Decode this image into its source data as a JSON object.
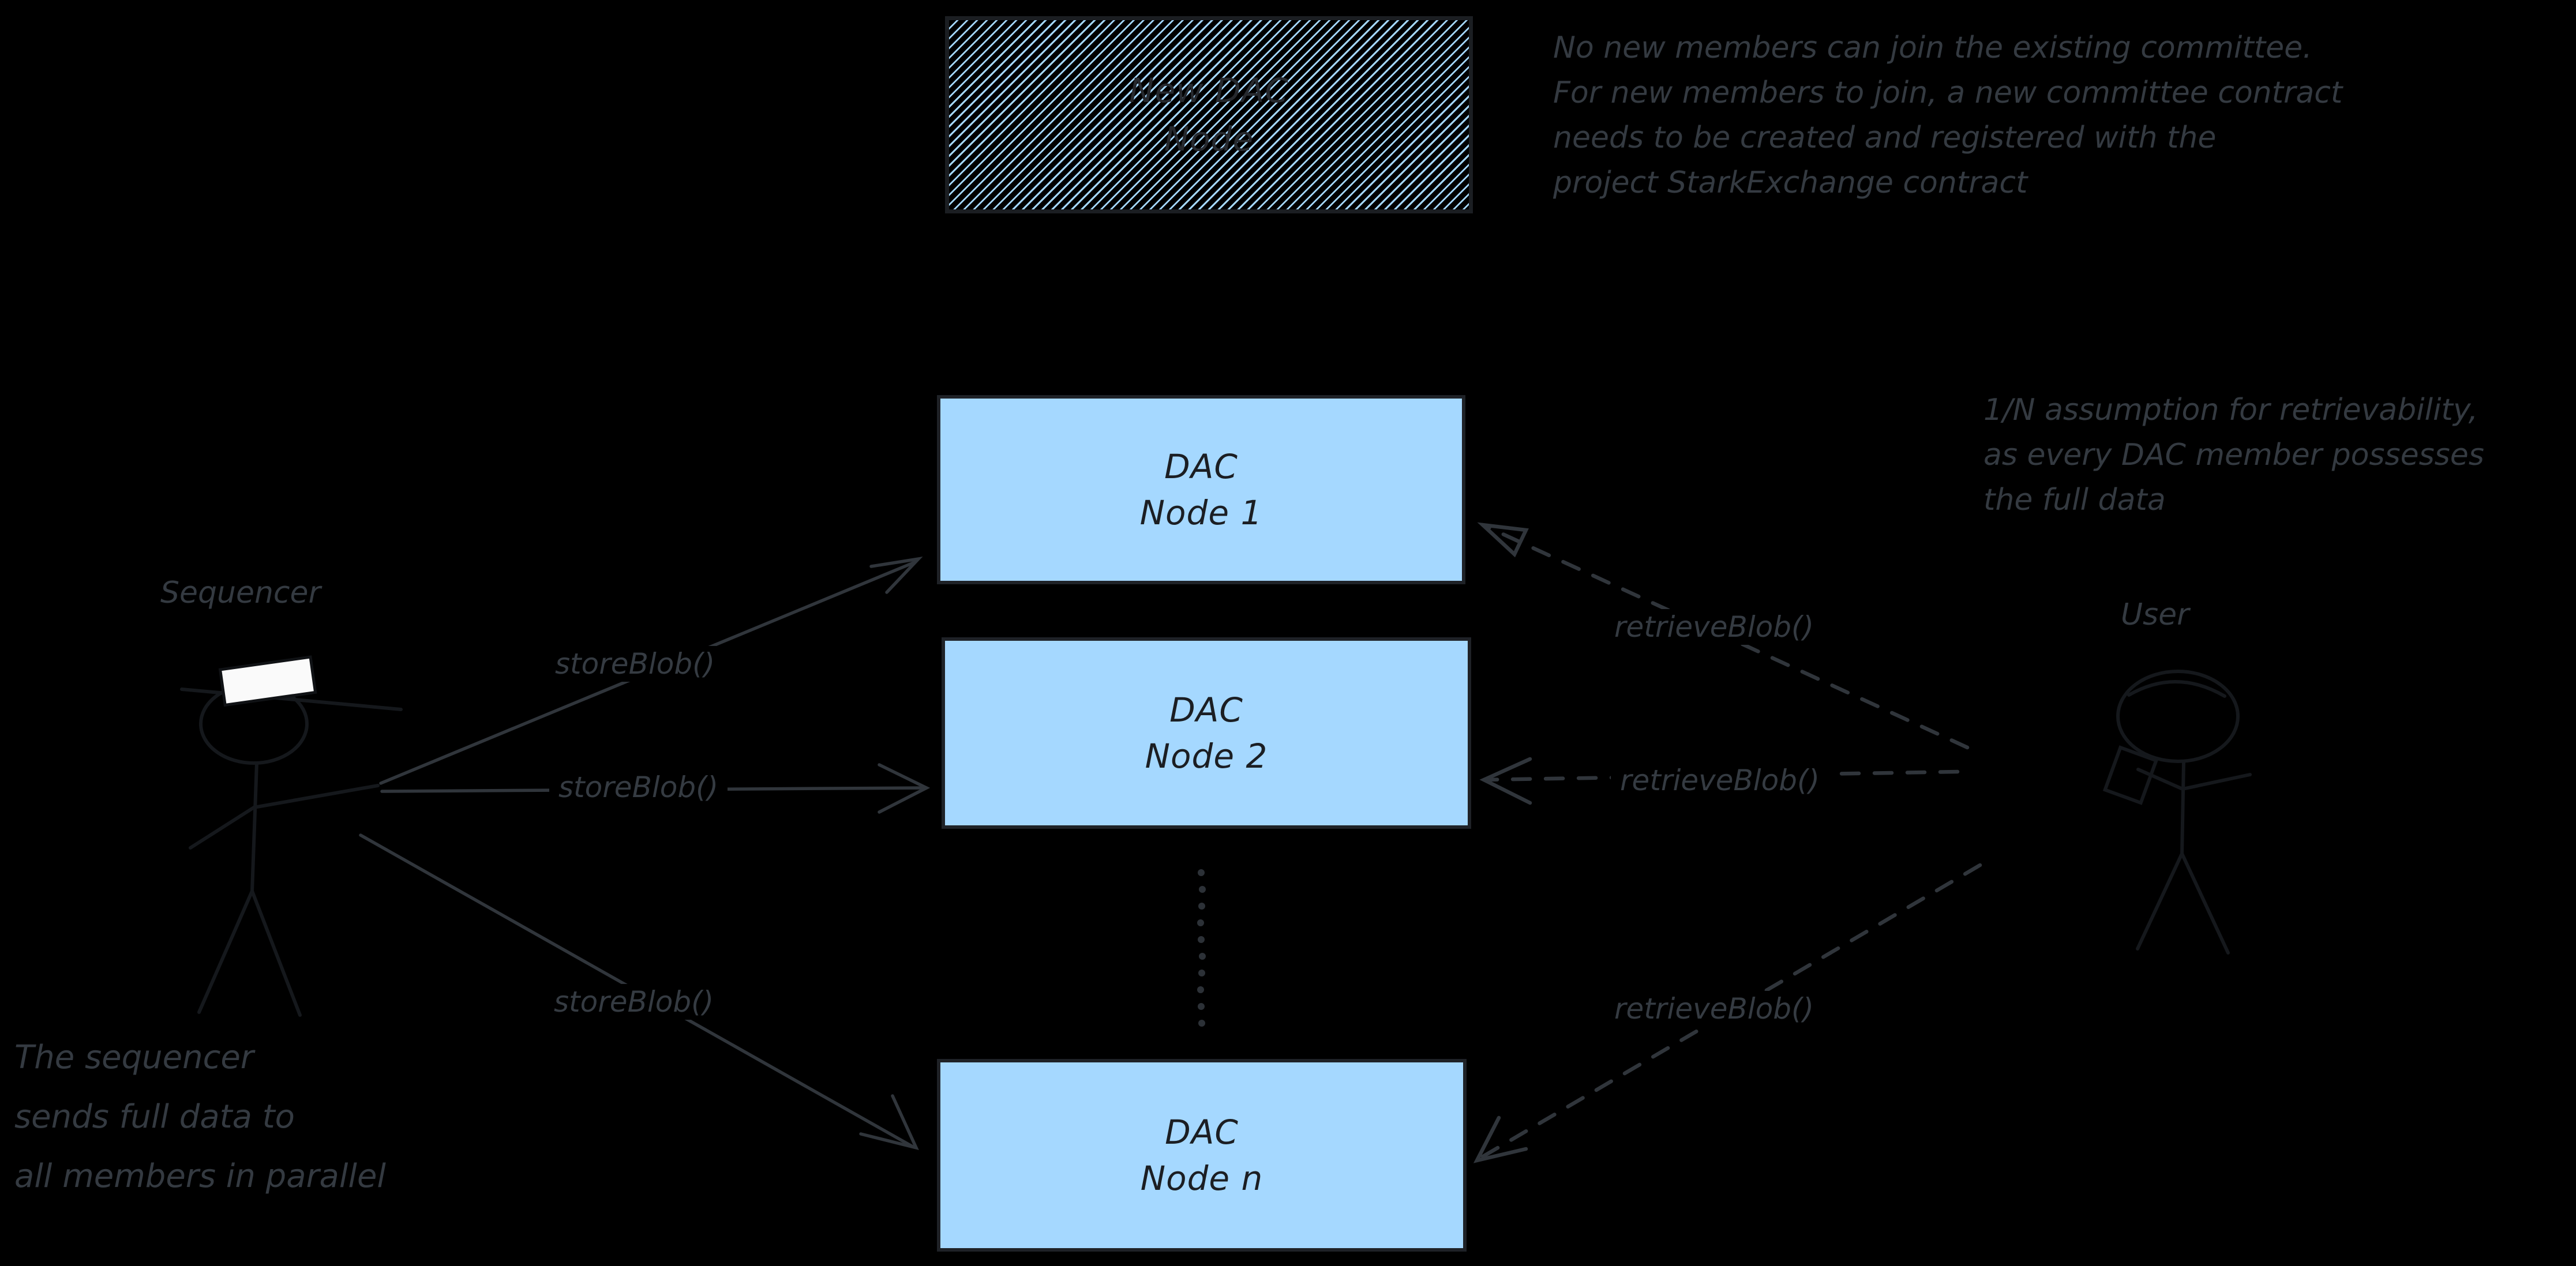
{
  "canvas": {
    "background": "#000000"
  },
  "colors": {
    "node_fill": "#a5d8ff",
    "node_border": "#1f2227",
    "node_text": "#1b1e23",
    "annotation_text": "#343a41",
    "arrow_stroke": "#30353b",
    "figure_stroke": "#15181c",
    "hat_fill": "#fafafa"
  },
  "new_dac_box": {
    "line1": "New DAC",
    "line2": "Node"
  },
  "nodes": [
    {
      "line1": "DAC",
      "line2": "Node 1"
    },
    {
      "line1": "DAC",
      "line2": "Node 2"
    },
    {
      "line1": "DAC",
      "line2": "Node n"
    }
  ],
  "actors": {
    "sequencer": {
      "label": "Sequencer"
    },
    "user": {
      "label": "User"
    }
  },
  "edges": {
    "store_label": "storeBlob()",
    "retrieve_label": "retrieveBlob()"
  },
  "annotations": {
    "committee_note": {
      "lines": [
        "No new members can join the existing committee.",
        "For new members to join, a new committee contract",
        "needs to be created and registered with the",
        "project StarkExchange contract"
      ]
    },
    "retrievability_note": {
      "lines": [
        "1/N assumption for retrievability,",
        "as every DAC member possesses",
        "the full data"
      ]
    },
    "sequencer_note": {
      "lines": [
        "The sequencer",
        "sends full data to",
        "all members in parallel"
      ]
    }
  }
}
